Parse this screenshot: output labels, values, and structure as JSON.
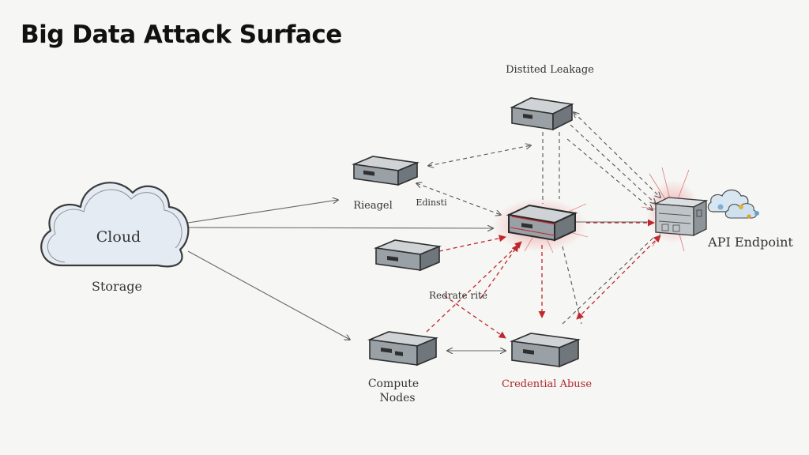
{
  "title": "Big Data Attack Surface",
  "labels": {
    "cloud": "Cloud",
    "storage": "Storage",
    "distilled_leakage": "Distited Leakage",
    "reagel": "Rieagel",
    "edinsti": "Edinsti",
    "redrate": "Redrate rite",
    "api_endpoint": "API Endpoint",
    "compute": "Compute",
    "nodes": "Nodes",
    "credential_abuse": "Credential Abuse"
  },
  "colors": {
    "ink": "#3a3a3a",
    "attack_red": "#c0262b",
    "box_top": "#cfd3d6",
    "box_side": "#8d949a"
  },
  "icons": [
    "cloud-icon",
    "server-icon",
    "api-endpoint-icon",
    "mini-cloud-icon"
  ]
}
